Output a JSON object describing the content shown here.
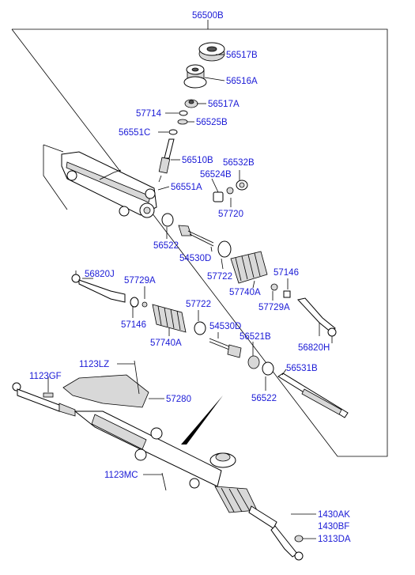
{
  "accent_color": "#1a1ad6",
  "labels": {
    "l56500B": "56500B",
    "l56517B": "56517B",
    "l56516A": "56516A",
    "l56517A": "56517A",
    "l57714": "57714",
    "l56525B": "56525B",
    "l56551C": "56551C",
    "l56510B": "56510B",
    "l56532B": "56532B",
    "l56524B": "56524B",
    "l56551A": "56551A",
    "l57720": "57720",
    "l56522a": "56522",
    "l54530Da": "54530D",
    "l57722a": "57722",
    "l57740Aa": "57740A",
    "l57146a": "57146",
    "l57729Aa": "57729A",
    "l56820J": "56820J",
    "l57729Ab": "57729A",
    "l57146b": "57146",
    "l57722b": "57722",
    "l57740Ab": "57740A",
    "l54530Db": "54530D",
    "l56521B": "56521B",
    "l56820H": "56820H",
    "l56531B": "56531B",
    "l56522b": "56522",
    "l1123LZ": "1123LZ",
    "l1123GF": "1123GF",
    "l57280": "57280",
    "l1123MC": "1123MC",
    "l1430AK": "1430AK",
    "l1430BF": "1430BF",
    "l1313DA": "1313DA"
  }
}
